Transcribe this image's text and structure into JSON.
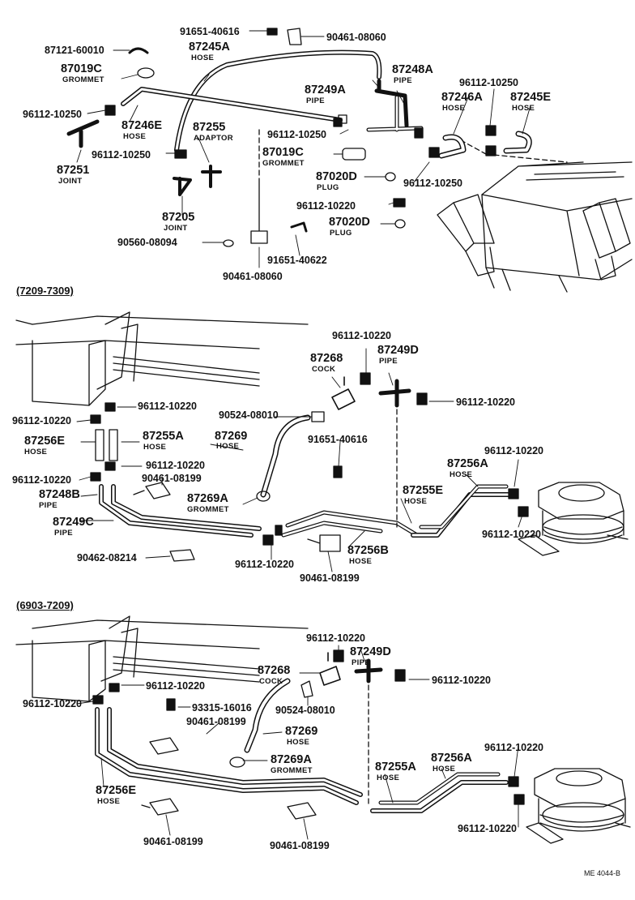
{
  "sections": {
    "mid_range": "(7209-7309)",
    "low_range": "(6903-7209)"
  },
  "labels": {
    "t1": "91651-40616",
    "t2": "90461-08060",
    "t3": "87121-60010",
    "t4n": "87245A",
    "t4s": "HOSE",
    "t5n": "87019C",
    "t5s": "GROMMET",
    "t6n": "87248A",
    "t6s": "PIPE",
    "t7n": "87249A",
    "t7s": "PIPE",
    "t8": "96112-10250",
    "t9n": "87246A",
    "t9s": "HOSE",
    "t10n": "87245E",
    "t10s": "HOSE",
    "t11": "96112-10250",
    "t12n": "87246E",
    "t12s": "HOSE",
    "t13n": "87255",
    "t13s": "ADAPTOR",
    "t14": "96112-10250",
    "t15": "96112-10250",
    "t16n": "87019C",
    "t16s": "GROMMET",
    "t17n": "87251",
    "t17s": "JOINT",
    "t18n": "87020D",
    "t18s": "PLUG",
    "t19": "96112-10250",
    "t20": "96112-10220",
    "t21n": "87205",
    "t21s": "JOINT",
    "t22n": "87020D",
    "t22s": "PLUG",
    "t23": "90560-08094",
    "t24": "91651-40622",
    "t25": "90461-08060",
    "m1": "96112-10220",
    "m2n": "87268",
    "m2s": "COCK",
    "m3n": "87249D",
    "m3s": "PIPE",
    "m4": "96112-10220",
    "m5": "96112-10220",
    "m6": "90524-08010",
    "m7": "96112-10220",
    "m8n": "87256E",
    "m8s": "HOSE",
    "m9n": "87255A",
    "m9s": "HOSE",
    "m10n": "87269",
    "m10s": "HOSE",
    "m11": "91651-40616",
    "m12": "96112-10220",
    "m13n": "87256A",
    "m13s": "HOSE",
    "m14": "96112-10220",
    "m15": "96112-10220",
    "m16": "90461-08199",
    "m17n": "87248B",
    "m17s": "PIPE",
    "m18n": "87269A",
    "m18s": "GROMMET",
    "m19n": "87255E",
    "m19s": "HOSE",
    "m20n": "87249C",
    "m20s": "PIPE",
    "m21": "96112-10220",
    "m22": "90462-08214",
    "m23n": "87256B",
    "m23s": "HOSE",
    "m24": "96112-10220",
    "m25": "90461-08199",
    "b1": "96112-10220",
    "b2n": "87249D",
    "b2s": "PIPE",
    "b3n": "87268",
    "b3s": "COCK",
    "b4": "96112-10220",
    "b5": "96112-10220",
    "b6": "90524-08010",
    "b7": "93315-16016",
    "b8": "96112-10220",
    "b9": "90461-08199",
    "b10n": "87269",
    "b10s": "HOSE",
    "b11": "96112-10220",
    "b12n": "87269A",
    "b12s": "GROMMET",
    "b13n": "87255A",
    "b13s": "HOSE",
    "b14n": "87256A",
    "b14s": "HOSE",
    "b15n": "87256E",
    "b15s": "HOSE",
    "b16": "96112-10220",
    "b17": "90461-08199",
    "b18": "90461-08199"
  },
  "footer": {
    "code": "ME 4044-B"
  },
  "colors": {
    "ink": "#111111",
    "paper": "#ffffff"
  }
}
